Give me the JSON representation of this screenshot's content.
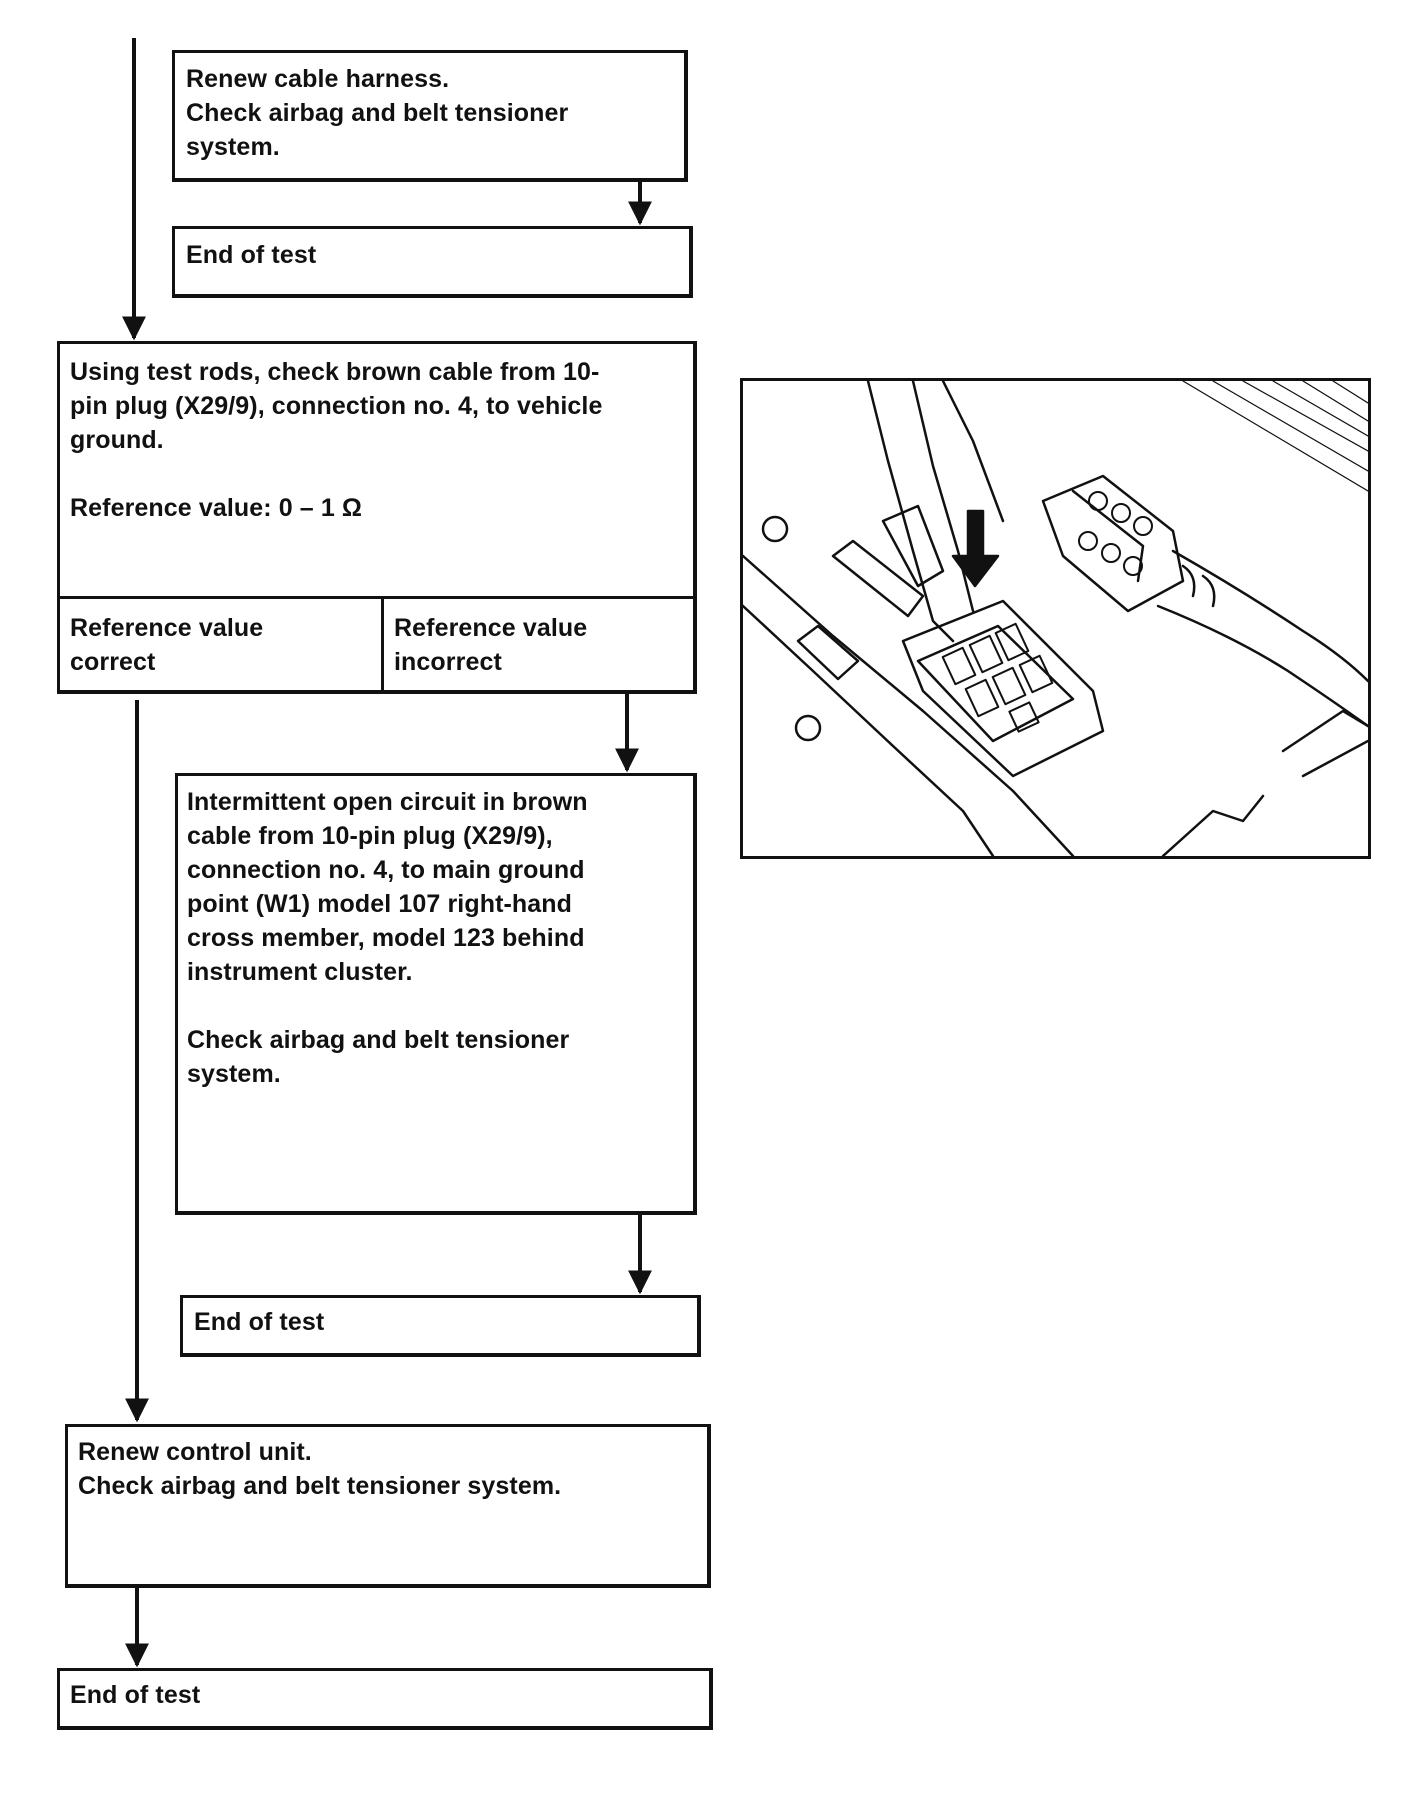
{
  "flow": {
    "box_renew_harness": "Renew cable harness.\nCheck airbag and belt tensioner\nsystem.",
    "end_1": "End of test",
    "box_check_cable": "Using test rods, check brown cable from 10-\npin plug (X29/9), connection no. 4, to vehicle\nground.\n\nReference value: 0 – 1 Ω",
    "ref_correct": "Reference value\ncorrect",
    "ref_incorrect": "Reference value\nincorrect",
    "box_intermittent": "Intermittent open circuit in brown\ncable from 10-pin plug (X29/9),\nconnection no. 4, to main ground\npoint (W1) model 107 right-hand\ncross member, model 123 behind\ninstrument cluster.\n\nCheck airbag and belt tensioner\nsystem.",
    "end_2": "End of test",
    "box_renew_control": "Renew control unit.\nCheck airbag and belt tensioner system.",
    "end_3": "End of test"
  },
  "illustration": {
    "icon": "connector-plug-illustration"
  }
}
